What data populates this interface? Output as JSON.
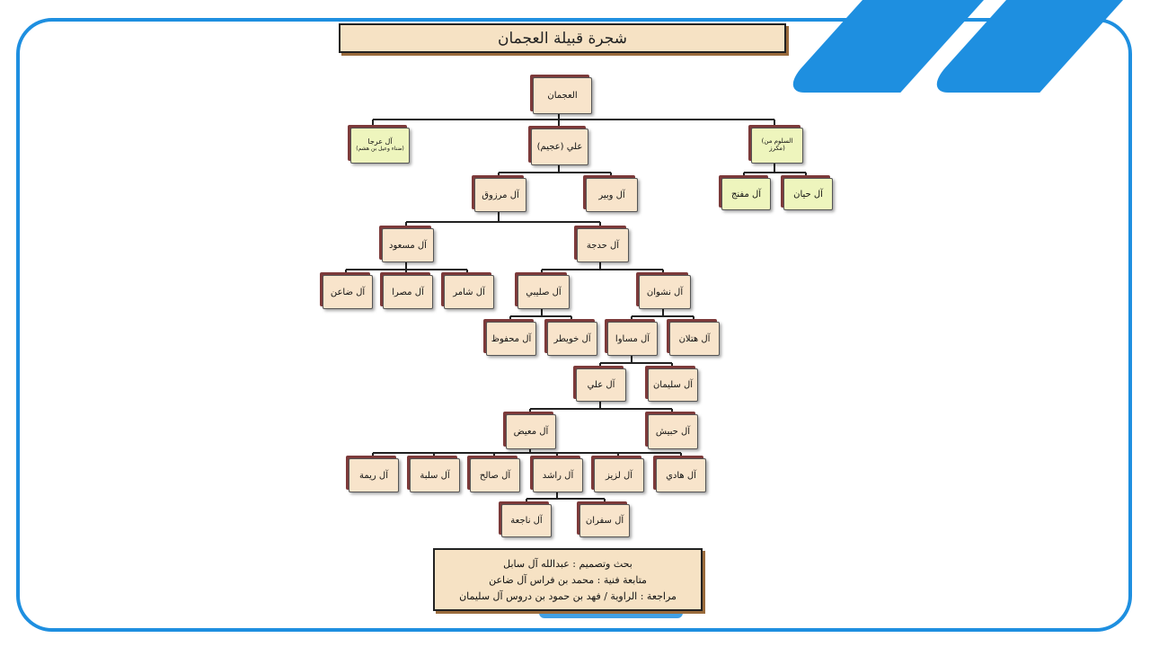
{
  "title": "شجرة قبيلة العجمان",
  "nodes": {
    "root": "العجمان",
    "ali": "علي (عجيم)",
    "urja": "آل عرجا",
    "urja_note": "(ضناء وعيل بن هشم)",
    "salloum": "(السلوم من مكرز)",
    "mufannaj": "آل مفنج",
    "hayyan": "آل حيان",
    "marzouq": "آل مرزوق",
    "wabir": "آل وبير",
    "masud": "آل مسعود",
    "hadija": "آل حدجة",
    "daaen": "آل ضاعن",
    "masra": "آل مصرا",
    "shamer": "آل شامر",
    "sulaibi": "آل صليبي",
    "nashwan": "آل نشوان",
    "mahfouz": "آل محفوظ",
    "khuwaitir": "آل خويطر",
    "musawa": "آل مساوا",
    "hatlan": "آل هتلان",
    "ali2": "آل علي",
    "sulaiman": "آل سليمان",
    "mueid": "آل معيض",
    "hubaish": "آل حبيش",
    "rima": "آل ريمة",
    "salba": "آل سلبة",
    "saleh": "آل صالح",
    "rashed": "آل راشد",
    "laziz": "آل لزيز",
    "hadi": "آل هادي",
    "najea": "آل ناجعة",
    "safran": "آل سفران"
  },
  "credits": {
    "line1": "بحث وتصميم : عبدالله آل سابل",
    "line2": "متابعة فنية : محمد بن فراس آل ضاعن",
    "line3": "مراجعة : الراوية / فهد بن حمود بن دروس آل سليمان"
  }
}
